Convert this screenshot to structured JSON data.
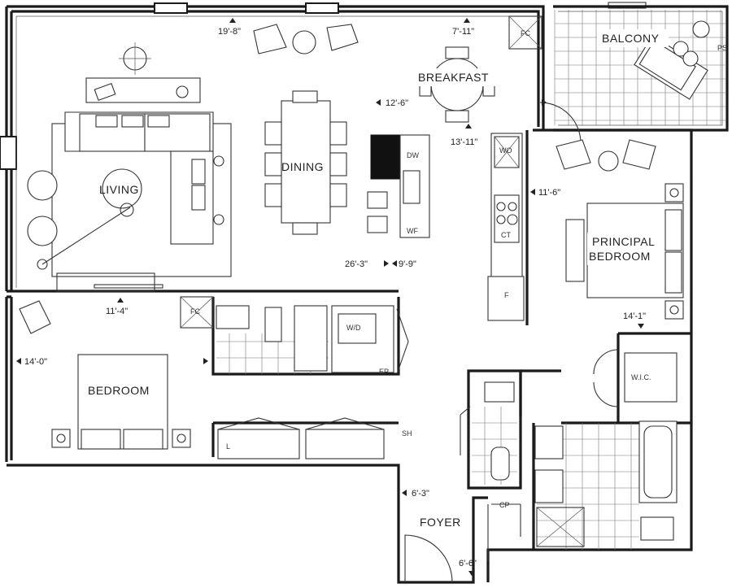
{
  "rooms": {
    "living": "LIVING",
    "dining": "DINING",
    "breakfast": "BREAKFAST",
    "balcony": "BALCONY",
    "principal_line1": "PRINCIPAL",
    "principal_line2": "BEDROOM",
    "bedroom": "BEDROOM",
    "foyer": "FOYER",
    "wic": "W.I.C."
  },
  "dimensions": {
    "living_width": "19'-8\"",
    "breakfast_width": "7'-11\"",
    "dining_depth": "12'-6\"",
    "breakfast_depth": "13'-11\"",
    "principal_depth": "11'-6\"",
    "living_length": "26'-3\"",
    "kitchen_length": "9'-9\"",
    "bedroom_width": "11'-4\"",
    "bedroom_depth": "14'-0\"",
    "principal_width": "14'-1\"",
    "foyer_width": "6'-3\"",
    "foyer_depth": "6'-6\""
  },
  "labels": {
    "fc_top": "FC",
    "fc_bedroom": "FC",
    "ps": "PS",
    "dw": "DW",
    "wf": "WF",
    "wo": "WO",
    "ct": "CT",
    "f": "F",
    "wd": "W/D",
    "ep": "EP",
    "l": "L",
    "sh": "SH",
    "cp": "CP"
  }
}
